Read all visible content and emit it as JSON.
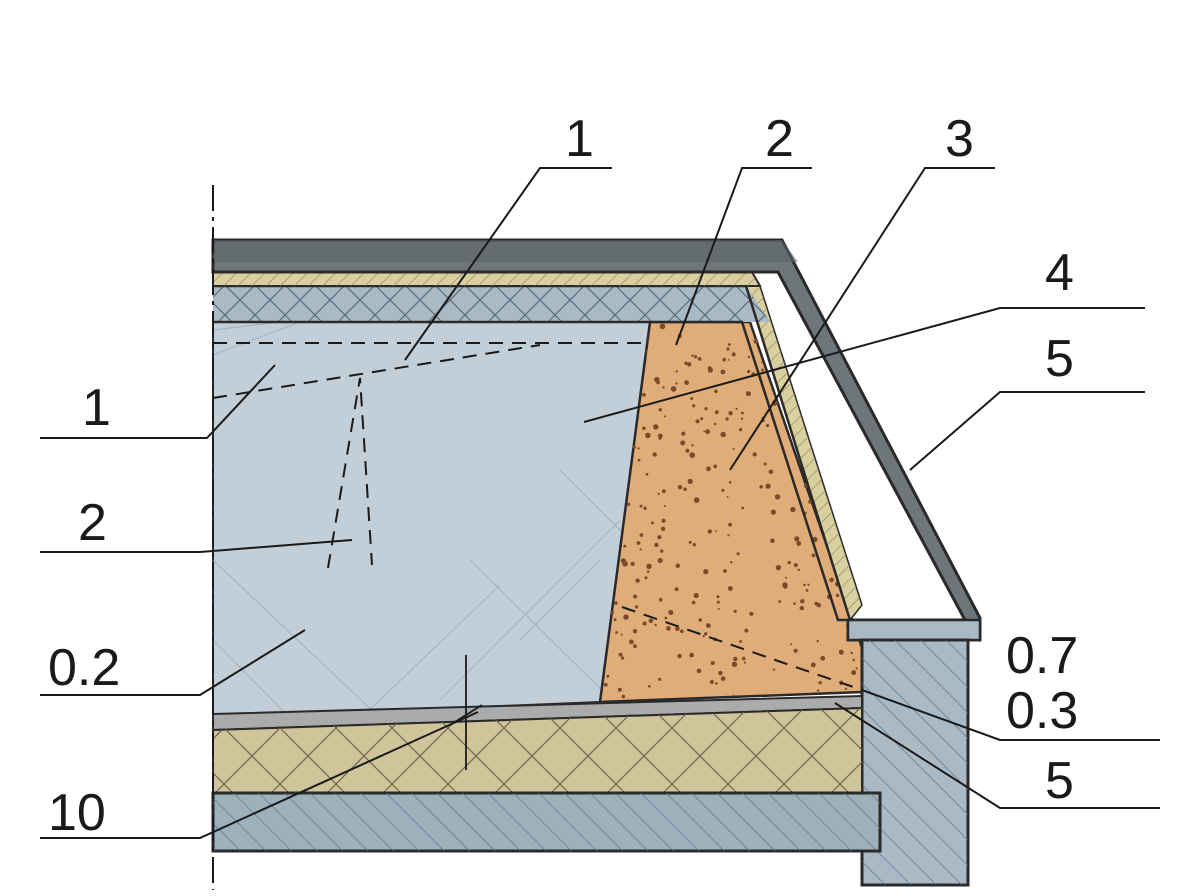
{
  "labels": {
    "top": [
      "1",
      "2",
      "3",
      "4",
      "5"
    ],
    "left": [
      "1",
      "2",
      "0.2",
      "10"
    ],
    "right": [
      "0.7",
      "0.3",
      "5"
    ]
  },
  "colors": {
    "roof_cap": "#6f7679",
    "roof_cap_edge": "#2a2a2a",
    "insulation_strip": "#d9cf9f",
    "mesh_layer": "#a9b9c6",
    "main_body": "#c3cfd8",
    "sand_fill": "#e0ac78",
    "sand_dots": "#7a4a2a",
    "bottom_insulation": "#cfc49a",
    "base_slab": "#9fb0bd",
    "membrane": "#a9abad",
    "hatch": "#5d6f7c"
  },
  "icons": {
    "axis": "centerline-dashdot-icon",
    "dimension": "dimension-tick-icon"
  }
}
